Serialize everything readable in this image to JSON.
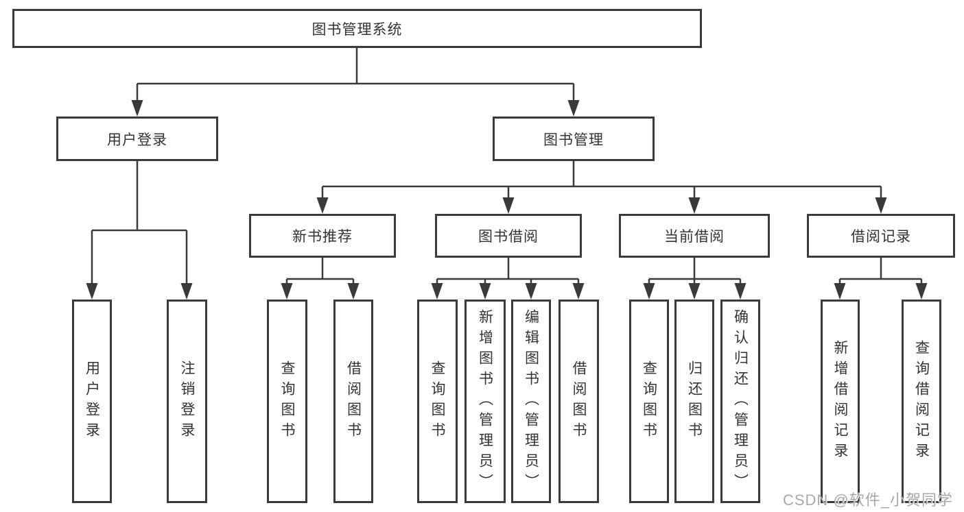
{
  "tree": {
    "label": "图书管理系统",
    "children": [
      {
        "label": "用户登录",
        "children": [
          {
            "label": "用户登录"
          },
          {
            "label": "注销登录"
          }
        ]
      },
      {
        "label": "图书管理",
        "children": [
          {
            "label": "新书推荐",
            "children": [
              {
                "label": "查询图书"
              },
              {
                "label": "借阅图书"
              }
            ]
          },
          {
            "label": "图书借阅",
            "children": [
              {
                "label": "查询图书"
              },
              {
                "label": "新增图书（管理员）"
              },
              {
                "label": "编辑图书（管理员）"
              },
              {
                "label": "借阅图书"
              }
            ]
          },
          {
            "label": "当前借阅",
            "children": [
              {
                "label": "查询图书"
              },
              {
                "label": "归还图书"
              },
              {
                "label": "确认归还（管理员）"
              }
            ]
          },
          {
            "label": "借阅记录",
            "children": [
              {
                "label": "新增借阅记录"
              },
              {
                "label": "查询借阅记录"
              }
            ]
          }
        ]
      }
    ]
  },
  "watermark": {
    "text": "CSDN @软件_小贺同学"
  },
  "colors": {
    "line": "#3a3a3a",
    "text": "#333333",
    "box_fill": "#ffffff",
    "background": "#ffffff",
    "watermark": "#a8a8a8"
  }
}
